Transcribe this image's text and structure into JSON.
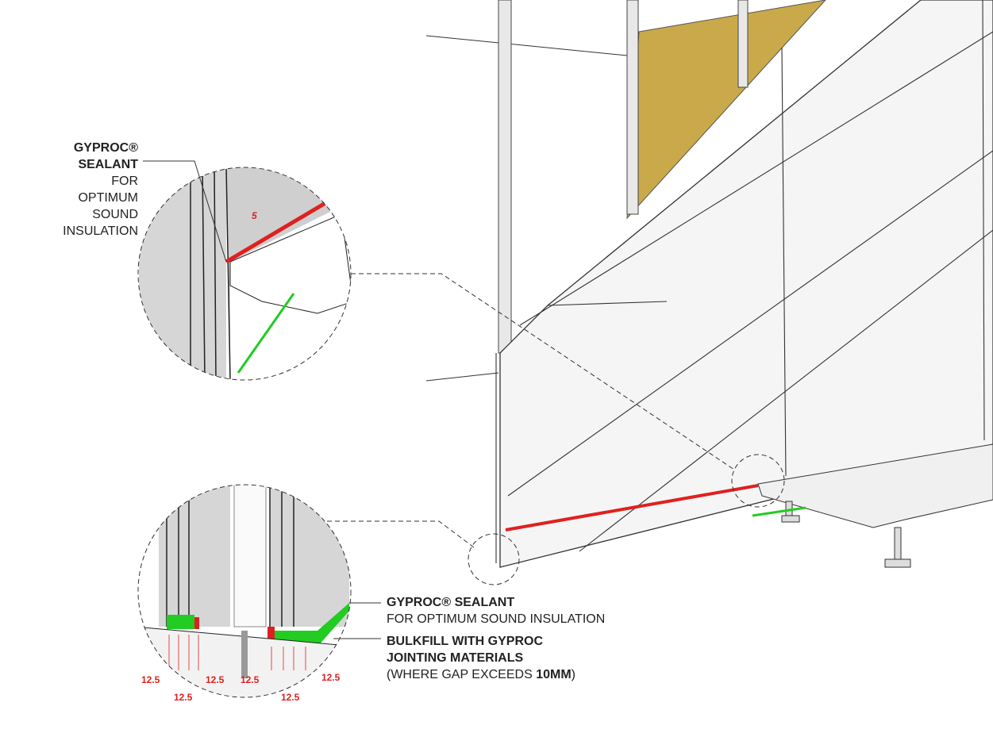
{
  "callouts": {
    "top": {
      "title_line1": "GYPROC®",
      "title_line2": "SEALANT",
      "desc_line1": "FOR",
      "desc_line2": "OPTIMUM",
      "desc_line3": "SOUND",
      "desc_line4": "INSULATION",
      "dimension": "5"
    },
    "bottom_sealant": {
      "title": "GYPROC® SEALANT",
      "desc": "FOR OPTIMUM SOUND INSULATION"
    },
    "bottom_bulkfill": {
      "title_line1": "BULKFILL WITH GYPROC",
      "title_line2": "JOINTING MATERIALS",
      "desc_prefix": "(WHERE GAP EXCEEDS ",
      "desc_bold": "10MM",
      "desc_suffix": ")"
    },
    "dimensions": [
      "12.5",
      "12.5",
      "12.5",
      "12.5",
      "12.5",
      "12.5"
    ]
  },
  "colors": {
    "sealant": "#e02020",
    "bulkfill": "#22cc22",
    "insulation": "#c9a94a",
    "board": "#f4f4f4"
  }
}
